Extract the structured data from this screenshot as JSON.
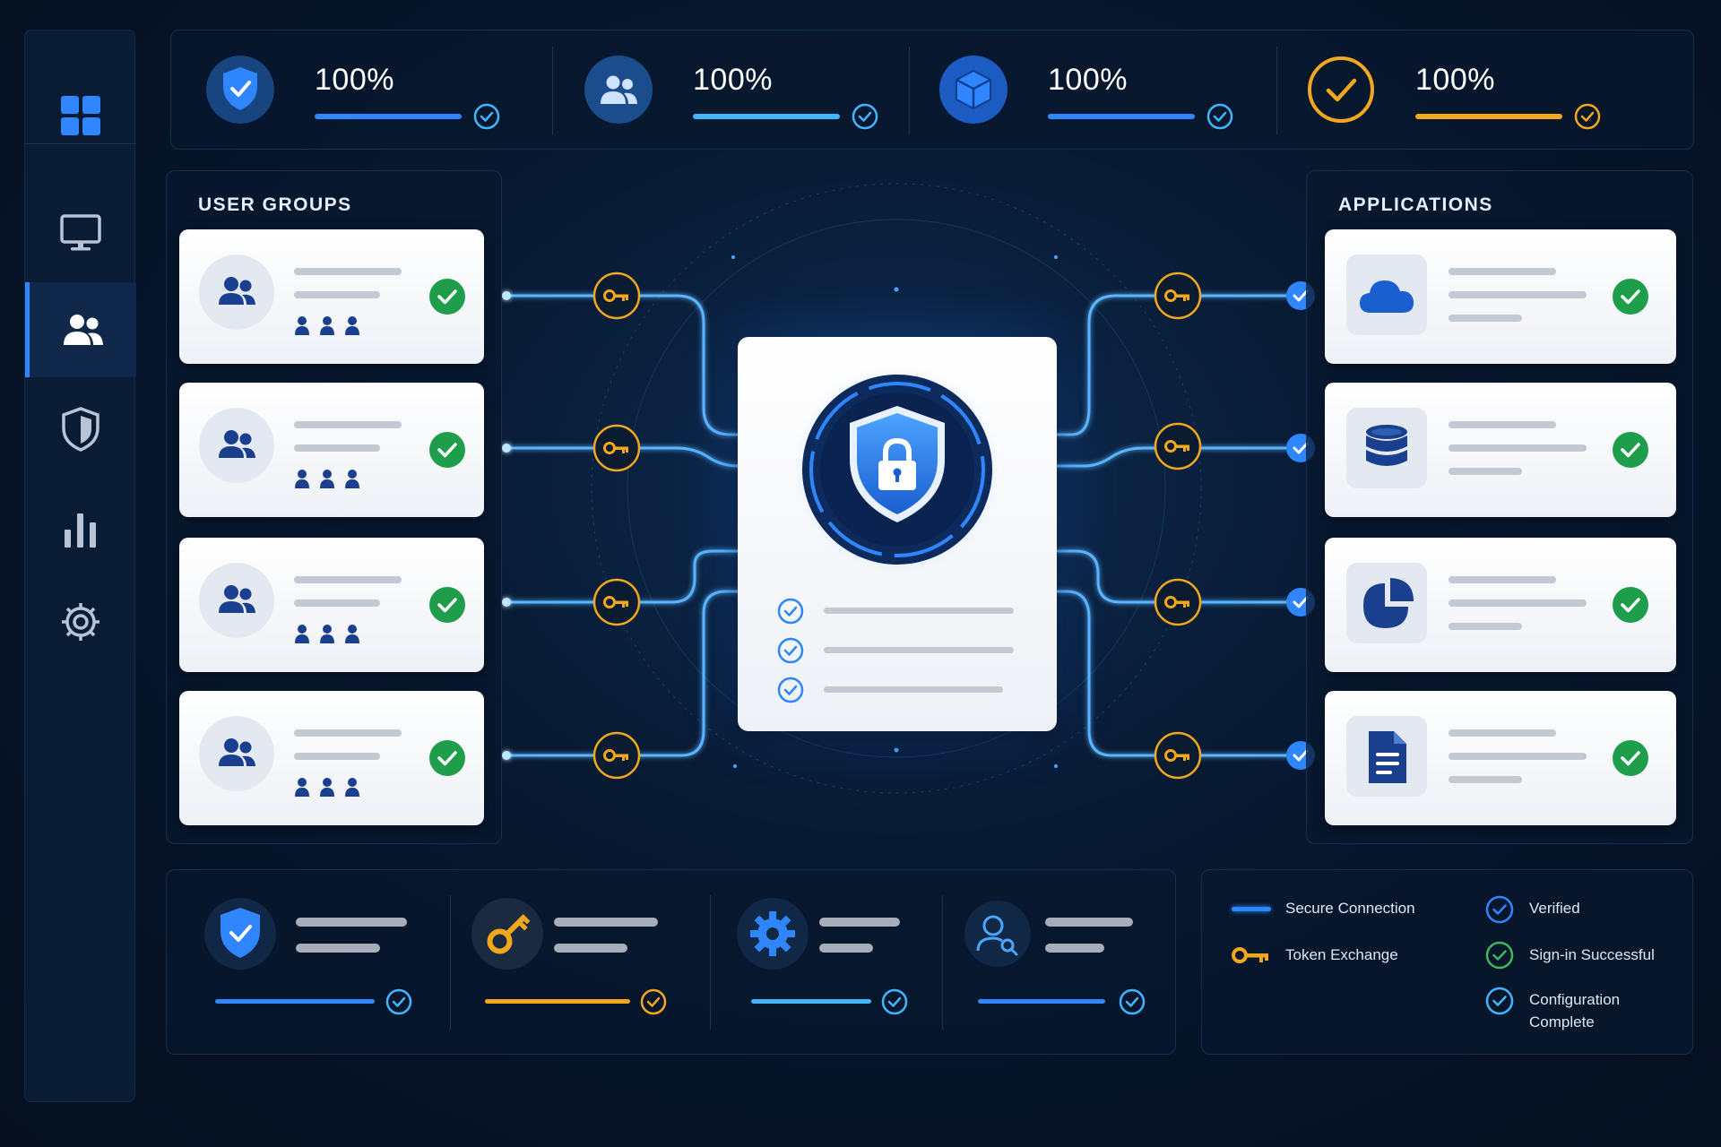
{
  "colors": {
    "accent_blue": "#2f86ff",
    "cyan": "#3fb6ff",
    "gold": "#f2a81d",
    "green": "#1e9e4a",
    "navy": "#1a3f8f"
  },
  "sidebar": {
    "items": [
      {
        "icon": "dashboard-grid-icon",
        "active": false
      },
      {
        "icon": "monitor-icon",
        "active": false
      },
      {
        "icon": "users-icon",
        "active": true
      },
      {
        "icon": "shield-icon",
        "active": false
      },
      {
        "icon": "bar-chart-icon",
        "active": false
      },
      {
        "icon": "gear-icon",
        "active": false
      }
    ]
  },
  "stats": [
    {
      "icon": "shield-check-icon",
      "value": "100%",
      "color": "#2f86ff",
      "fill": 1.0
    },
    {
      "icon": "users-icon",
      "value": "100%",
      "color": "#3fb6ff",
      "fill": 1.0
    },
    {
      "icon": "cube-icon",
      "value": "100%",
      "color": "#2f86ff",
      "fill": 1.0
    },
    {
      "icon": "check-circle-icon",
      "value": "100%",
      "color": "#f2a81d",
      "fill": 1.0
    }
  ],
  "user_groups": {
    "title": "USER GROUPS",
    "items": [
      {
        "status": "verified"
      },
      {
        "status": "verified"
      },
      {
        "status": "verified"
      },
      {
        "status": "verified"
      }
    ]
  },
  "applications": {
    "title": "APPLICATIONS",
    "items": [
      {
        "icon": "cloud-icon",
        "status": "verified"
      },
      {
        "icon": "database-icon",
        "status": "verified"
      },
      {
        "icon": "pie-chart-icon",
        "status": "verified"
      },
      {
        "icon": "document-icon",
        "status": "verified"
      }
    ]
  },
  "center": {
    "icon": "shield-lock-icon",
    "checklist_count": 3
  },
  "bottom_cards": [
    {
      "icon": "shield-check-icon",
      "bar_color": "#2f86ff",
      "check_color": "#3fb6ff",
      "fill": 1.0
    },
    {
      "icon": "key-icon",
      "bar_color": "#f2a81d",
      "check_color": "#f2a81d",
      "fill": 1.0
    },
    {
      "icon": "gear-icon",
      "bar_color": "#3fb6ff",
      "check_color": "#3fb6ff",
      "fill": 1.0
    },
    {
      "icon": "user-search-icon",
      "bar_color": "#2f86ff",
      "check_color": "#3fb6ff",
      "fill": 1.0
    }
  ],
  "legend": {
    "secure_connection": "Secure Connection",
    "token_exchange": "Token Exchange",
    "verified": "Verified",
    "signin_successful": "Sign-in Successful",
    "configuration_complete_line1": "Configuration",
    "configuration_complete_line2": "Complete"
  }
}
